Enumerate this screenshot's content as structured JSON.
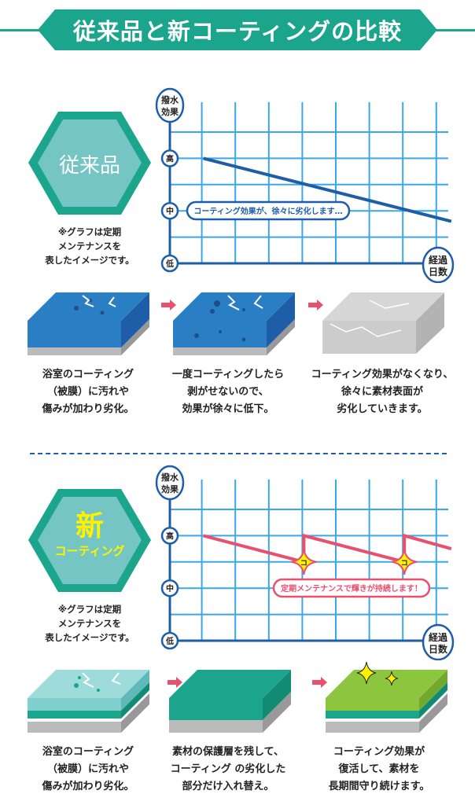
{
  "title": "従来品と新コーティングの比較",
  "colors": {
    "teal": "#1aa58c",
    "hex_fill": "#74c5c4",
    "grid": "#3aa8e8",
    "axis": "#1e5ea8",
    "old_line": "#1e5ea8",
    "new_line": "#e8506e",
    "arrow": "#e8506e"
  },
  "axis": {
    "y_label_1": "撥水",
    "y_label_2": "効果",
    "x_label_1": "経過",
    "x_label_2": "日数",
    "high": "高",
    "mid": "中",
    "low": "低"
  },
  "old": {
    "hex_label": "従来品",
    "note": [
      "※グラフは定期",
      "メンテナンスを",
      "表したイメージです。"
    ],
    "callout": "コーティング効果が、徐々に劣化します…",
    "chart_data": {
      "type": "line",
      "levels": [
        "低",
        "中",
        "高"
      ],
      "points": [
        [
          1,
          2.0
        ],
        [
          8.4,
          0.8
        ]
      ],
      "xlim": [
        0,
        8.4
      ],
      "ylim": [
        0,
        2.0
      ]
    },
    "captions": [
      [
        "浴室のコーティング",
        "（被膜）に汚れや",
        "傷みが加わり劣化。"
      ],
      [
        "一度コーティングしたら",
        "剥がせないので、",
        "効果が徐々に低下。"
      ],
      [
        "コーティング効果がなくなり、",
        "徐々に素材表面が",
        "劣化していきます。"
      ]
    ]
  },
  "new": {
    "hex_label_big": "新",
    "hex_label_small": "コーティング",
    "note": [
      "※グラフは定期",
      "メンテナンスを",
      "表したイメージです。"
    ],
    "callout": "定期メンテナンスで輝きが持続します！",
    "marker": "コ",
    "chart_data": {
      "type": "line",
      "levels": [
        "低",
        "中",
        "高"
      ],
      "points": [
        [
          1,
          2.0
        ],
        [
          4,
          1.5
        ],
        [
          4,
          2.0
        ],
        [
          7,
          1.5
        ],
        [
          7,
          2.0
        ],
        [
          8.4,
          1.75
        ]
      ],
      "xlim": [
        0,
        8.4
      ],
      "ylim": [
        0,
        2.0
      ]
    },
    "captions": [
      [
        "浴室のコーティング",
        "（被膜）に汚れや",
        "傷みが加わり劣化。"
      ],
      [
        "素材の保護層を残して、",
        "コーティング の劣化した",
        "部分だけ入れ替え。"
      ],
      [
        "コーティング効果が",
        "復活して、素材を",
        "長期間守り続けます。"
      ]
    ]
  }
}
